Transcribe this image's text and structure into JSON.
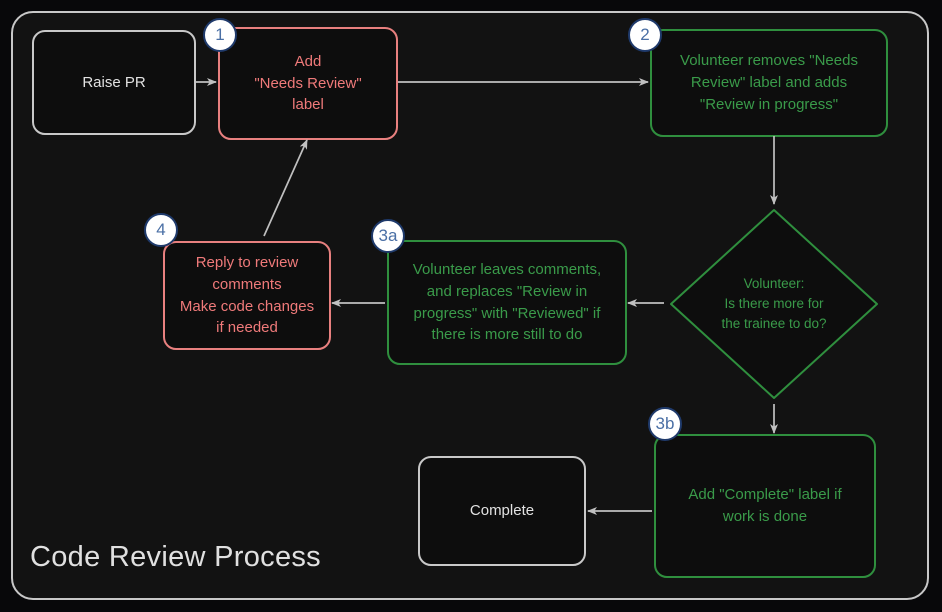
{
  "diagram": {
    "title": "Code Review Process",
    "type": "flowchart",
    "theme": {
      "page_background": "#08080a",
      "frame_background": "#121212",
      "frame_border": "#c8c8c8",
      "neutral_border": "#c8c8c8",
      "neutral_text": "#e2e2e2",
      "red_border": "#e8807f",
      "red_text": "#ef7a7a",
      "green_border": "#2f8f3e",
      "green_text": "#3a9b4a",
      "arrow_color": "#c0c0c0",
      "badge_fill": "#ffffff",
      "badge_border": "#1f3a6b",
      "badge_text": "#4a6fa5"
    }
  },
  "nodes": {
    "raise_pr": {
      "label": "Raise PR",
      "style": "neutral"
    },
    "add_needs_review": {
      "label": "Add\n\"Needs Review\"\nlabel",
      "style": "red",
      "badge": "1"
    },
    "volunteer_removes": {
      "label": "Volunteer removes \"Needs\nReview\" label and adds\n\"Review in progress\"",
      "style": "green",
      "badge": "2"
    },
    "decision": {
      "label": "Volunteer:\nIs there more for\nthe trainee to do?",
      "style": "green",
      "shape": "diamond"
    },
    "volunteer_comments": {
      "label": "Volunteer leaves comments,\nand replaces \"Review in\nprogress\" with \"Reviewed\" if\nthere is more still to do",
      "style": "green",
      "badge": "3a"
    },
    "reply_to_review": {
      "label": "Reply to review\ncomments\nMake code changes\nif needed",
      "style": "red",
      "badge": "4"
    },
    "add_complete_label": {
      "label": "Add \"Complete\" label if\nwork is done",
      "style": "green",
      "badge": "3b"
    },
    "complete": {
      "label": "Complete",
      "style": "neutral"
    }
  },
  "edges": [
    {
      "from": "raise_pr",
      "to": "add_needs_review",
      "label": ""
    },
    {
      "from": "add_needs_review",
      "to": "volunteer_removes",
      "label": ""
    },
    {
      "from": "volunteer_removes",
      "to": "decision",
      "label": ""
    },
    {
      "from": "decision",
      "to": "volunteer_comments",
      "label": ""
    },
    {
      "from": "decision",
      "to": "add_complete_label",
      "label": ""
    },
    {
      "from": "volunteer_comments",
      "to": "reply_to_review",
      "label": ""
    },
    {
      "from": "reply_to_review",
      "to": "add_needs_review",
      "label": ""
    },
    {
      "from": "add_complete_label",
      "to": "complete",
      "label": ""
    }
  ]
}
